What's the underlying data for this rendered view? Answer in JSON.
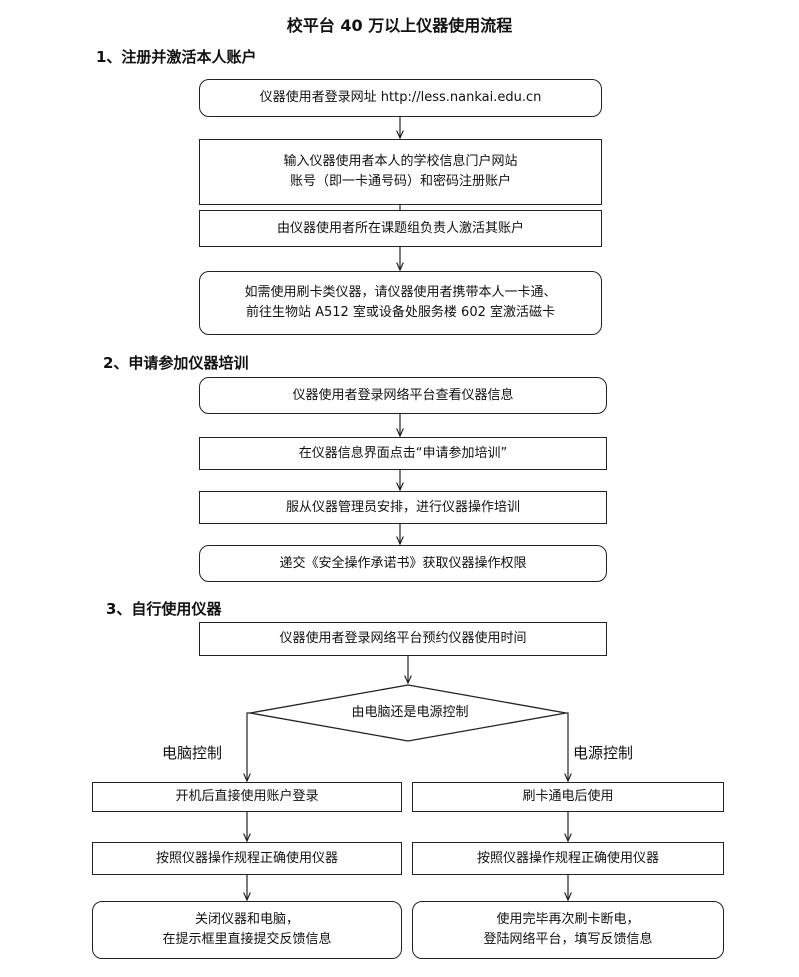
{
  "title": "校平台 40 万以上仪器使用流程",
  "sections": {
    "register": {
      "heading": "1、注册并激活本人账户",
      "steps": [
        [
          "仪器使用者登录网址 http://less.nankai.edu.cn"
        ],
        [
          "输入仪器使用者本人的学校信息门户网站",
          "账号（即一卡通号码）和密码注册账户"
        ],
        [
          "由仪器使用者所在课题组负责人激活其账户"
        ],
        [
          "如需使用刷卡类仪器，请仪器使用者携带本人一卡通、",
          "前往生物站 A512 室或设备处服务楼 602 室激活磁卡"
        ]
      ]
    },
    "training": {
      "heading": "2、申请参加仪器培训",
      "steps": [
        [
          "仪器使用者登录网络平台查看仪器信息"
        ],
        [
          "在仪器信息界面点击“申请参加培训”"
        ],
        [
          "服从仪器管理员安排，进行仪器操作培训"
        ],
        [
          "递交《安全操作承诺书》获取仪器操作权限"
        ]
      ]
    },
    "usage": {
      "heading": "3、自行使用仪器",
      "first_step": [
        "仪器使用者登录网络平台预约仪器使用时间"
      ],
      "decision": "由电脑还是电源控制",
      "left_branch": {
        "label": "电脑控制",
        "steps": [
          [
            "开机后直接使用账户登录"
          ],
          [
            "按照仪器操作规程正确使用仪器"
          ],
          [
            "关闭仪器和电脑，",
            "在提示框里直接提交反馈信息"
          ]
        ]
      },
      "right_branch": {
        "label": "电源控制",
        "steps": [
          [
            "刷卡通电后使用"
          ],
          [
            "按照仪器操作规程正确使用仪器"
          ],
          [
            "使用完毕再次刷卡断电，",
            "登陆网络平台，填写反馈信息"
          ]
        ]
      }
    }
  }
}
